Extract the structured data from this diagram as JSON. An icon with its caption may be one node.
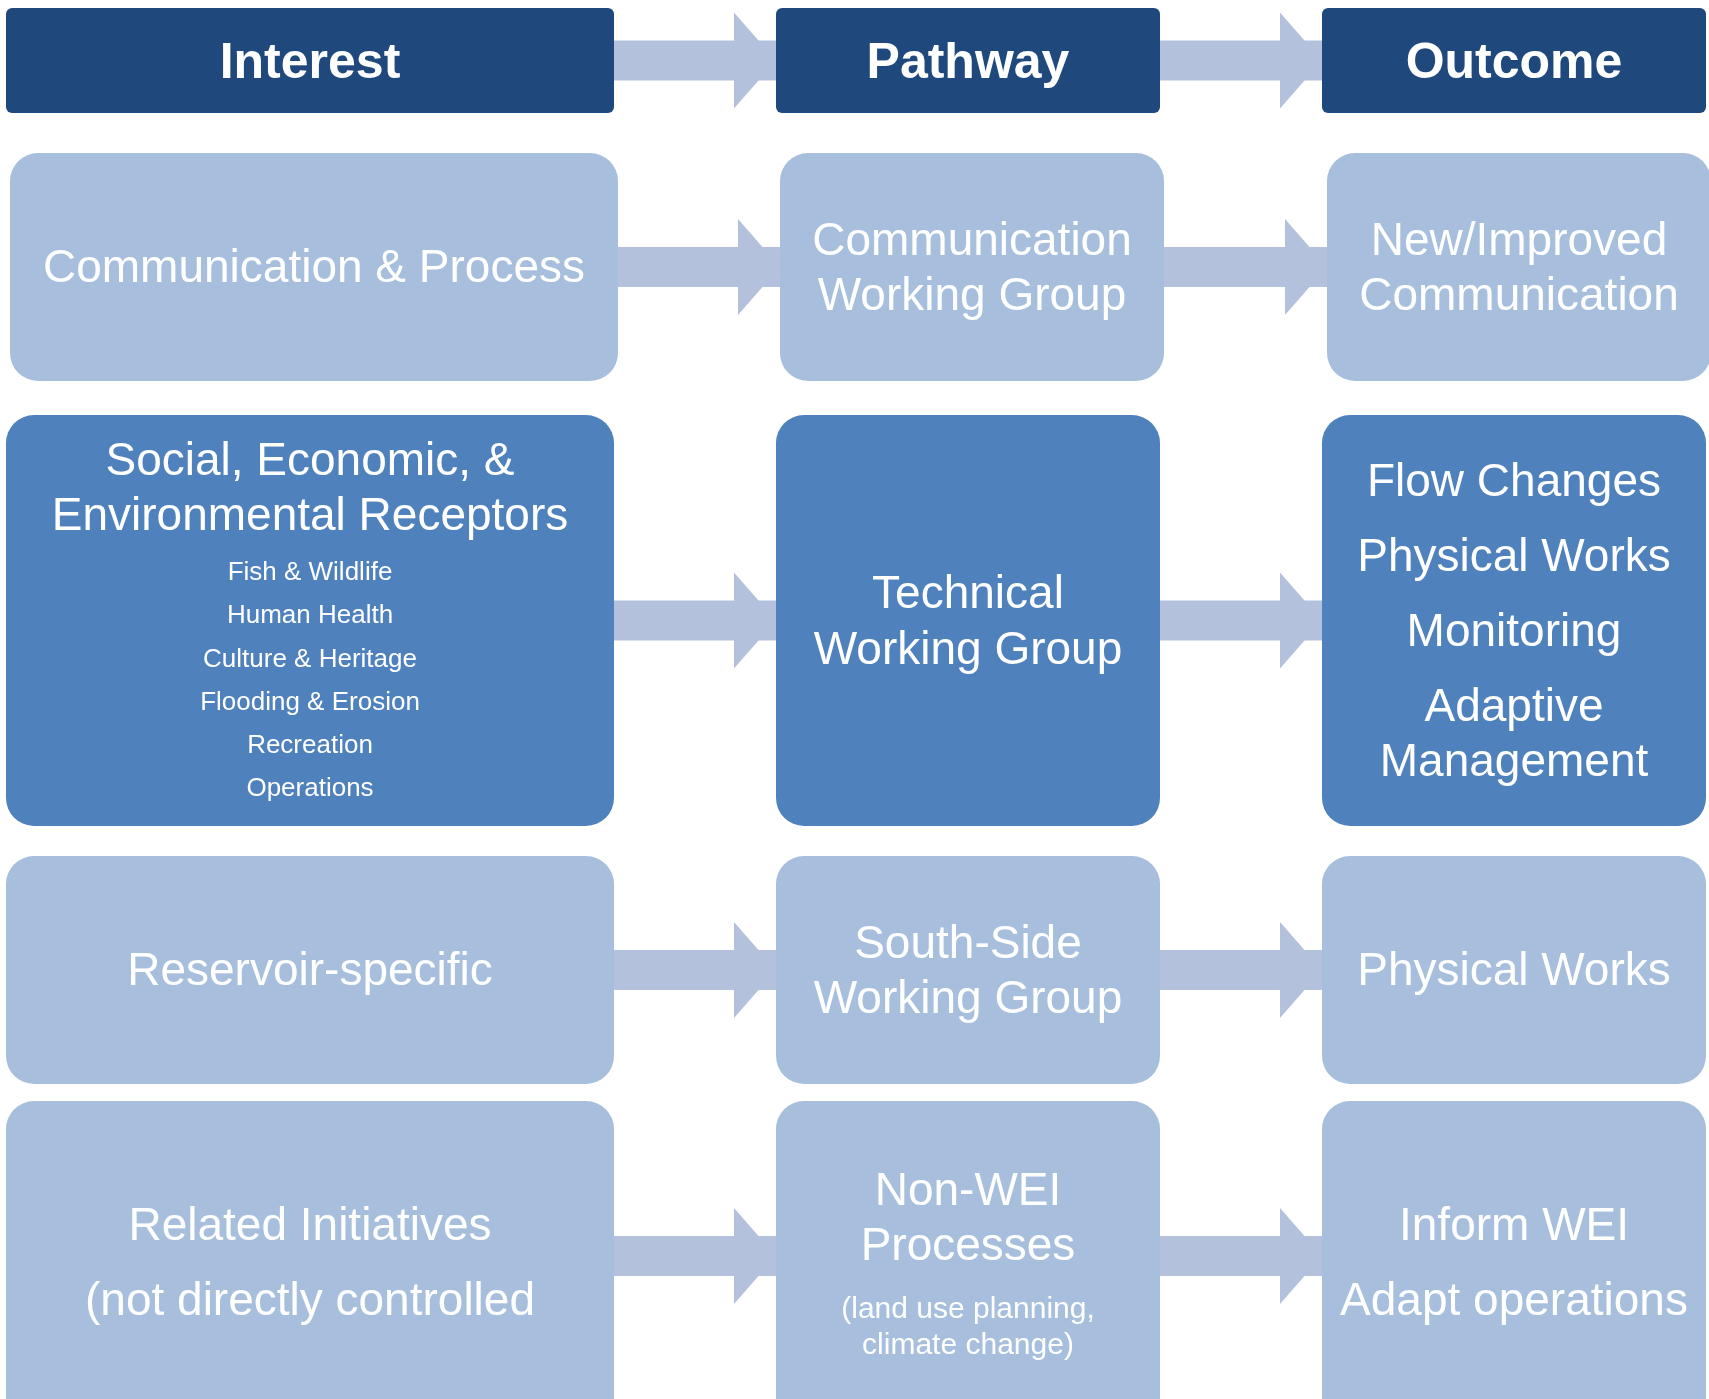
{
  "diagram": {
    "nodes": [
      {
        "text": [
          "Interest"
        ]
      },
      {
        "text": [
          "Pathway"
        ]
      },
      {
        "text": [
          "Outcome"
        ]
      },
      {
        "text": [
          "Communication & Process"
        ]
      },
      {
        "text": [
          "Communication Working Group"
        ]
      },
      {
        "text": [
          "New/Improved Communication"
        ]
      },
      {
        "text": [
          "Social, Economic, & Environmental Receptors",
          "Fish & Wildlife",
          "Human Health",
          "Culture & Heritage",
          "Flooding & Erosion",
          "Recreation",
          "Operations"
        ]
      },
      {
        "text": [
          "Technical Working Group"
        ]
      },
      {
        "text": [
          "Flow Changes",
          "Physical Works",
          "Monitoring",
          "Adaptive Management"
        ]
      },
      {
        "text": [
          "Reservoir-specific"
        ]
      },
      {
        "text": [
          "South-Side Working Group"
        ]
      },
      {
        "text": [
          "Physical Works"
        ]
      },
      {
        "text": [
          "Related Initiatives",
          "(not directly controlled"
        ]
      },
      {
        "text": [
          "Non-WEI Processes",
          "(land use planning, climate change)"
        ]
      },
      {
        "text": [
          "Inform WEI",
          "Adapt operations"
        ]
      }
    ],
    "edges": [
      {
        "from": 0,
        "to": 1,
        "arrow": "to"
      },
      {
        "from": 1,
        "to": 2,
        "arrow": "to"
      },
      {
        "from": 3,
        "to": 4,
        "arrow": "to"
      },
      {
        "from": 4,
        "to": 5,
        "arrow": "to"
      },
      {
        "from": 6,
        "to": 7,
        "arrow": "to"
      },
      {
        "from": 7,
        "to": 8,
        "arrow": "to"
      },
      {
        "from": 9,
        "to": 10,
        "arrow": "to"
      },
      {
        "from": 10,
        "to": 11,
        "arrow": "to"
      },
      {
        "from": 12,
        "to": 13,
        "arrow": "to"
      },
      {
        "from": 13,
        "to": 14,
        "arrow": "to"
      }
    ]
  }
}
